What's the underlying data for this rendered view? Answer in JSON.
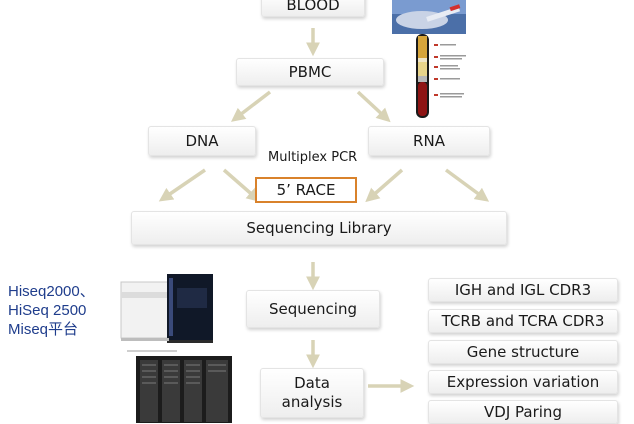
{
  "nodes": {
    "blood": "BLOOD",
    "pbmc": "PBMC",
    "dna": "DNA",
    "rna": "RNA",
    "multiplex_pcr": "Multiplex PCR",
    "race": "5’ RACE",
    "library": "Sequencing Library",
    "sequencing": "Sequencing",
    "data_analysis_line1": "Data",
    "data_analysis_line2": "analysis"
  },
  "platforms": {
    "line1": "Hiseq2000、",
    "line2": "HiSeq 2500",
    "line3": "Miseq平台"
  },
  "outputs": [
    "IGH and IGL CDR3",
    "TCRB and TCRA CDR3",
    "Gene structure",
    "Expression variation",
    "VDJ Paring"
  ],
  "colors": {
    "arrow": "#d8d3b6",
    "race_border": "#d9822b",
    "platform_text": "#1f3d8c"
  }
}
